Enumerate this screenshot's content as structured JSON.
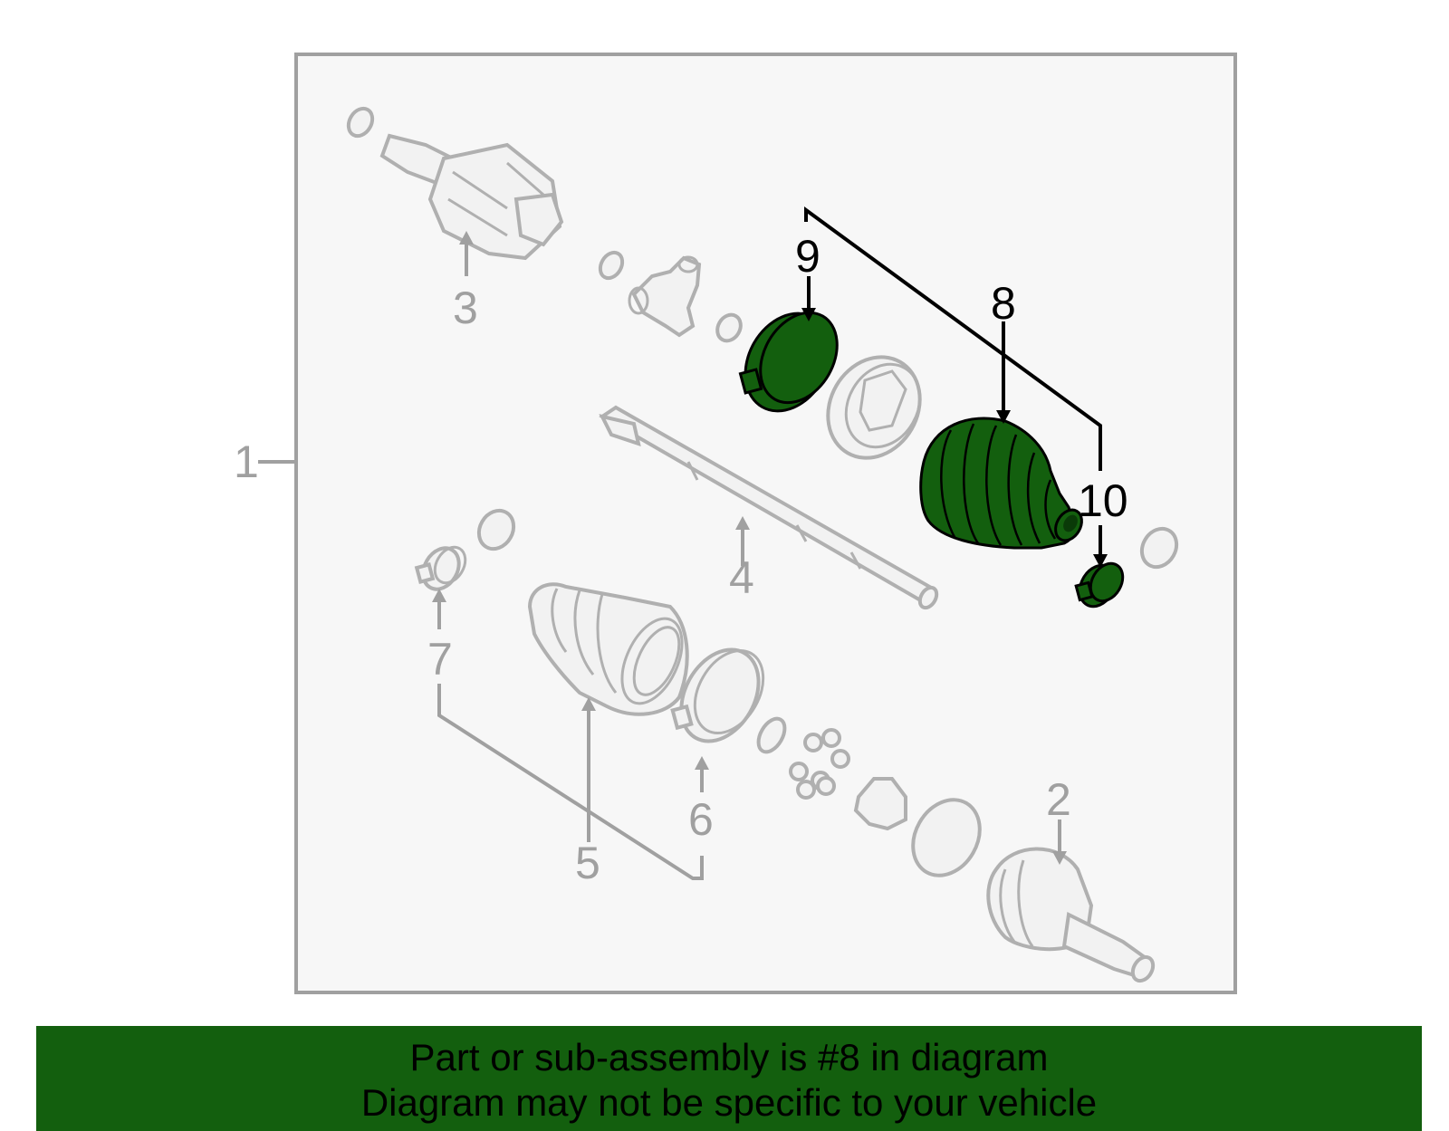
{
  "diagram": {
    "highlighted_part": "8",
    "highlight_color": "#135f0e",
    "frame_color": "#a0a0a0",
    "callouts": {
      "c1": "1",
      "c2": "2",
      "c3": "3",
      "c4": "4",
      "c5": "5",
      "c6": "6",
      "c7": "7",
      "c8": "8",
      "c9": "9",
      "c10": "10"
    }
  },
  "banner": {
    "line1": "Part or sub-assembly is #8 in diagram",
    "line2": "Diagram may not be specific to your vehicle"
  }
}
